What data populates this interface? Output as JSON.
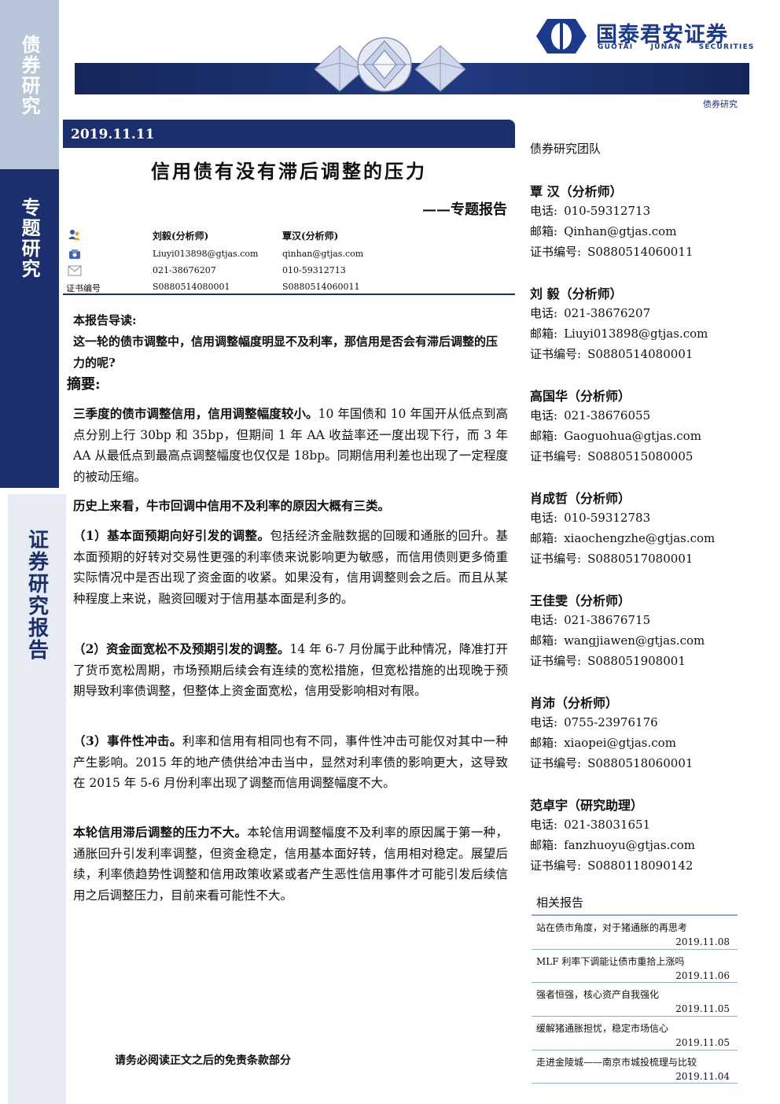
{
  "sidebar": {
    "label_top": "债券研究",
    "label_mid": "专题研究",
    "label_bottom": "证券研究报告"
  },
  "brand": {
    "name_cn": "国泰君安证券",
    "name_en": "GUOTAI JUNAN SECURITIES",
    "section_tag": "债券研究",
    "colors": {
      "navy": "#1b2f6e",
      "logo_blue": "#1b3a8c",
      "light_blue": "#b9c6da"
    }
  },
  "report": {
    "date": "2019.11.11",
    "title": "信用债有没有滞后调整的压力",
    "subtitle": "——专题报告"
  },
  "authors_block": {
    "icons": [
      "person-icon",
      "phone-icon",
      "mail-icon"
    ],
    "cert_label": "证书编号",
    "a1": {
      "name": "刘毅(分析师)",
      "email": "Liuyi013898@gtjas.com",
      "phone": "021-38676207",
      "cert": "S0880514080001"
    },
    "a2": {
      "name": "覃汉(分析师)",
      "email": "qinhan@gtjas.com",
      "phone": "010-59312713",
      "cert": "S0880514060011"
    }
  },
  "guide": {
    "label": "本报告导读:",
    "text": "这一轮的债市调整中，信用调整幅度明显不及利率，那信用是否会有滞后调整的压力的呢?"
  },
  "abstract": {
    "heading": "摘要:",
    "p1_bold": "三季度的债市调整信用，信用调整幅度较小。",
    "p1_text": "10 年国债和 10 年国开从低点到高点分别上行 30bp 和 35bp，但期间 1 年 AA 收益率还一度出现下行，而 3 年 AA 从最低点到最高点调整幅度也仅仅是 18bp。同期信用利差也出现了一定程度的被动压缩。",
    "p2_bold": "历史上来看，牛市回调中信用不及利率的原因大概有三类。",
    "p3_bold": "（1）基本面预期向好引发的调整。",
    "p3_text": "包括经济金融数据的回暖和通胀的回升。基本面预期的好转对交易性更强的利率债来说影响更为敏感，而信用债则更多倚重实际情况中是否出现了资金面的收紧。如果没有，信用调整则会之后。而且从某种程度上来说，融资回暖对于信用基本面是利多的。",
    "p4_bold": "（2）资金面宽松不及预期引发的调整。",
    "p4_text": "14 年 6-7 月份属于此种情况，降准打开了货币宽松周期，市场预期后续会有连续的宽松措施，但宽松措施的出现晚于预期导致利率债调整，但整体上资金面宽松，信用受影响相对有限。",
    "p5_bold": "（3）事件性冲击。",
    "p5_text": "利率和信用有相同也有不同，事件性冲击可能仅对其中一种产生影响。2015 年的地产债供给冲击当中，显然对利率债的影响更大，这导致在 2015 年 5-6 月份利率出现了调整而信用调整幅度不大。",
    "p6_bold": "本轮信用滞后调整的压力不大。",
    "p6_text": "本轮信用调整幅度不及利率的原因属于第一种，通胀回升引发利率调整，但资金稳定，信用基本面好转，信用相对稳定。展望后续，利率债趋势性调整和信用政策收紧或者产生恶性信用事件才可能引发后续信用之后调整压力，目前来看可能性不大。"
  },
  "team": {
    "heading": "债券研究团队",
    "label_tel": "电话:",
    "label_mail": "邮箱:",
    "label_cert": "证书编号:",
    "members": [
      {
        "name": "覃 汉（分析师）",
        "tel": "010-59312713",
        "mail": "Qinhan@gtjas.com",
        "cert": "S0880514060011"
      },
      {
        "name": "刘 毅（分析师）",
        "tel": "021-38676207",
        "mail": "Liuyi013898@gtjas.com",
        "cert": "S0880514080001"
      },
      {
        "name": "高国华（分析师）",
        "tel": "021-38676055",
        "mail": "Gaoguohua@gtjas.com",
        "cert": "S0880515080005"
      },
      {
        "name": "肖成哲（分析师）",
        "tel": "010-59312783",
        "mail": "xiaochengzhe@gtjas.com",
        "cert": "S0880517080001"
      },
      {
        "name": "王佳雯（分析师）",
        "tel": "021-38676715",
        "mail": "wangjiawen@gtjas.com",
        "cert": "S088051908001"
      },
      {
        "name": "肖沛（分析师）",
        "tel": "0755-23976176",
        "mail": "xiaopei@gtjas.com",
        "cert": "S0880518060001"
      },
      {
        "name": "范卓宇（研究助理）",
        "tel": "021-38031651",
        "mail": "fanzhuoyu@gtjas.com",
        "cert": "S0880118090142"
      }
    ]
  },
  "related": {
    "heading": "相关报告",
    "items": [
      {
        "title": "站在债市角度，对于猪通胀的再思考",
        "date": "2019.11.08"
      },
      {
        "title": "MLF 利率下调能让债市重拾上涨吗",
        "date": "2019.11.06"
      },
      {
        "title": "强者恒强，核心资产自我强化",
        "date": "2019.11.05"
      },
      {
        "title": "缓解猪通胀担忧，稳定市场信心",
        "date": "2019.11.05"
      },
      {
        "title": "走进金陵城——南京市城投梳理与比较",
        "date": "2019.11.04"
      }
    ]
  },
  "footer": {
    "text": "请务必阅读正文之后的免责条款部分"
  }
}
